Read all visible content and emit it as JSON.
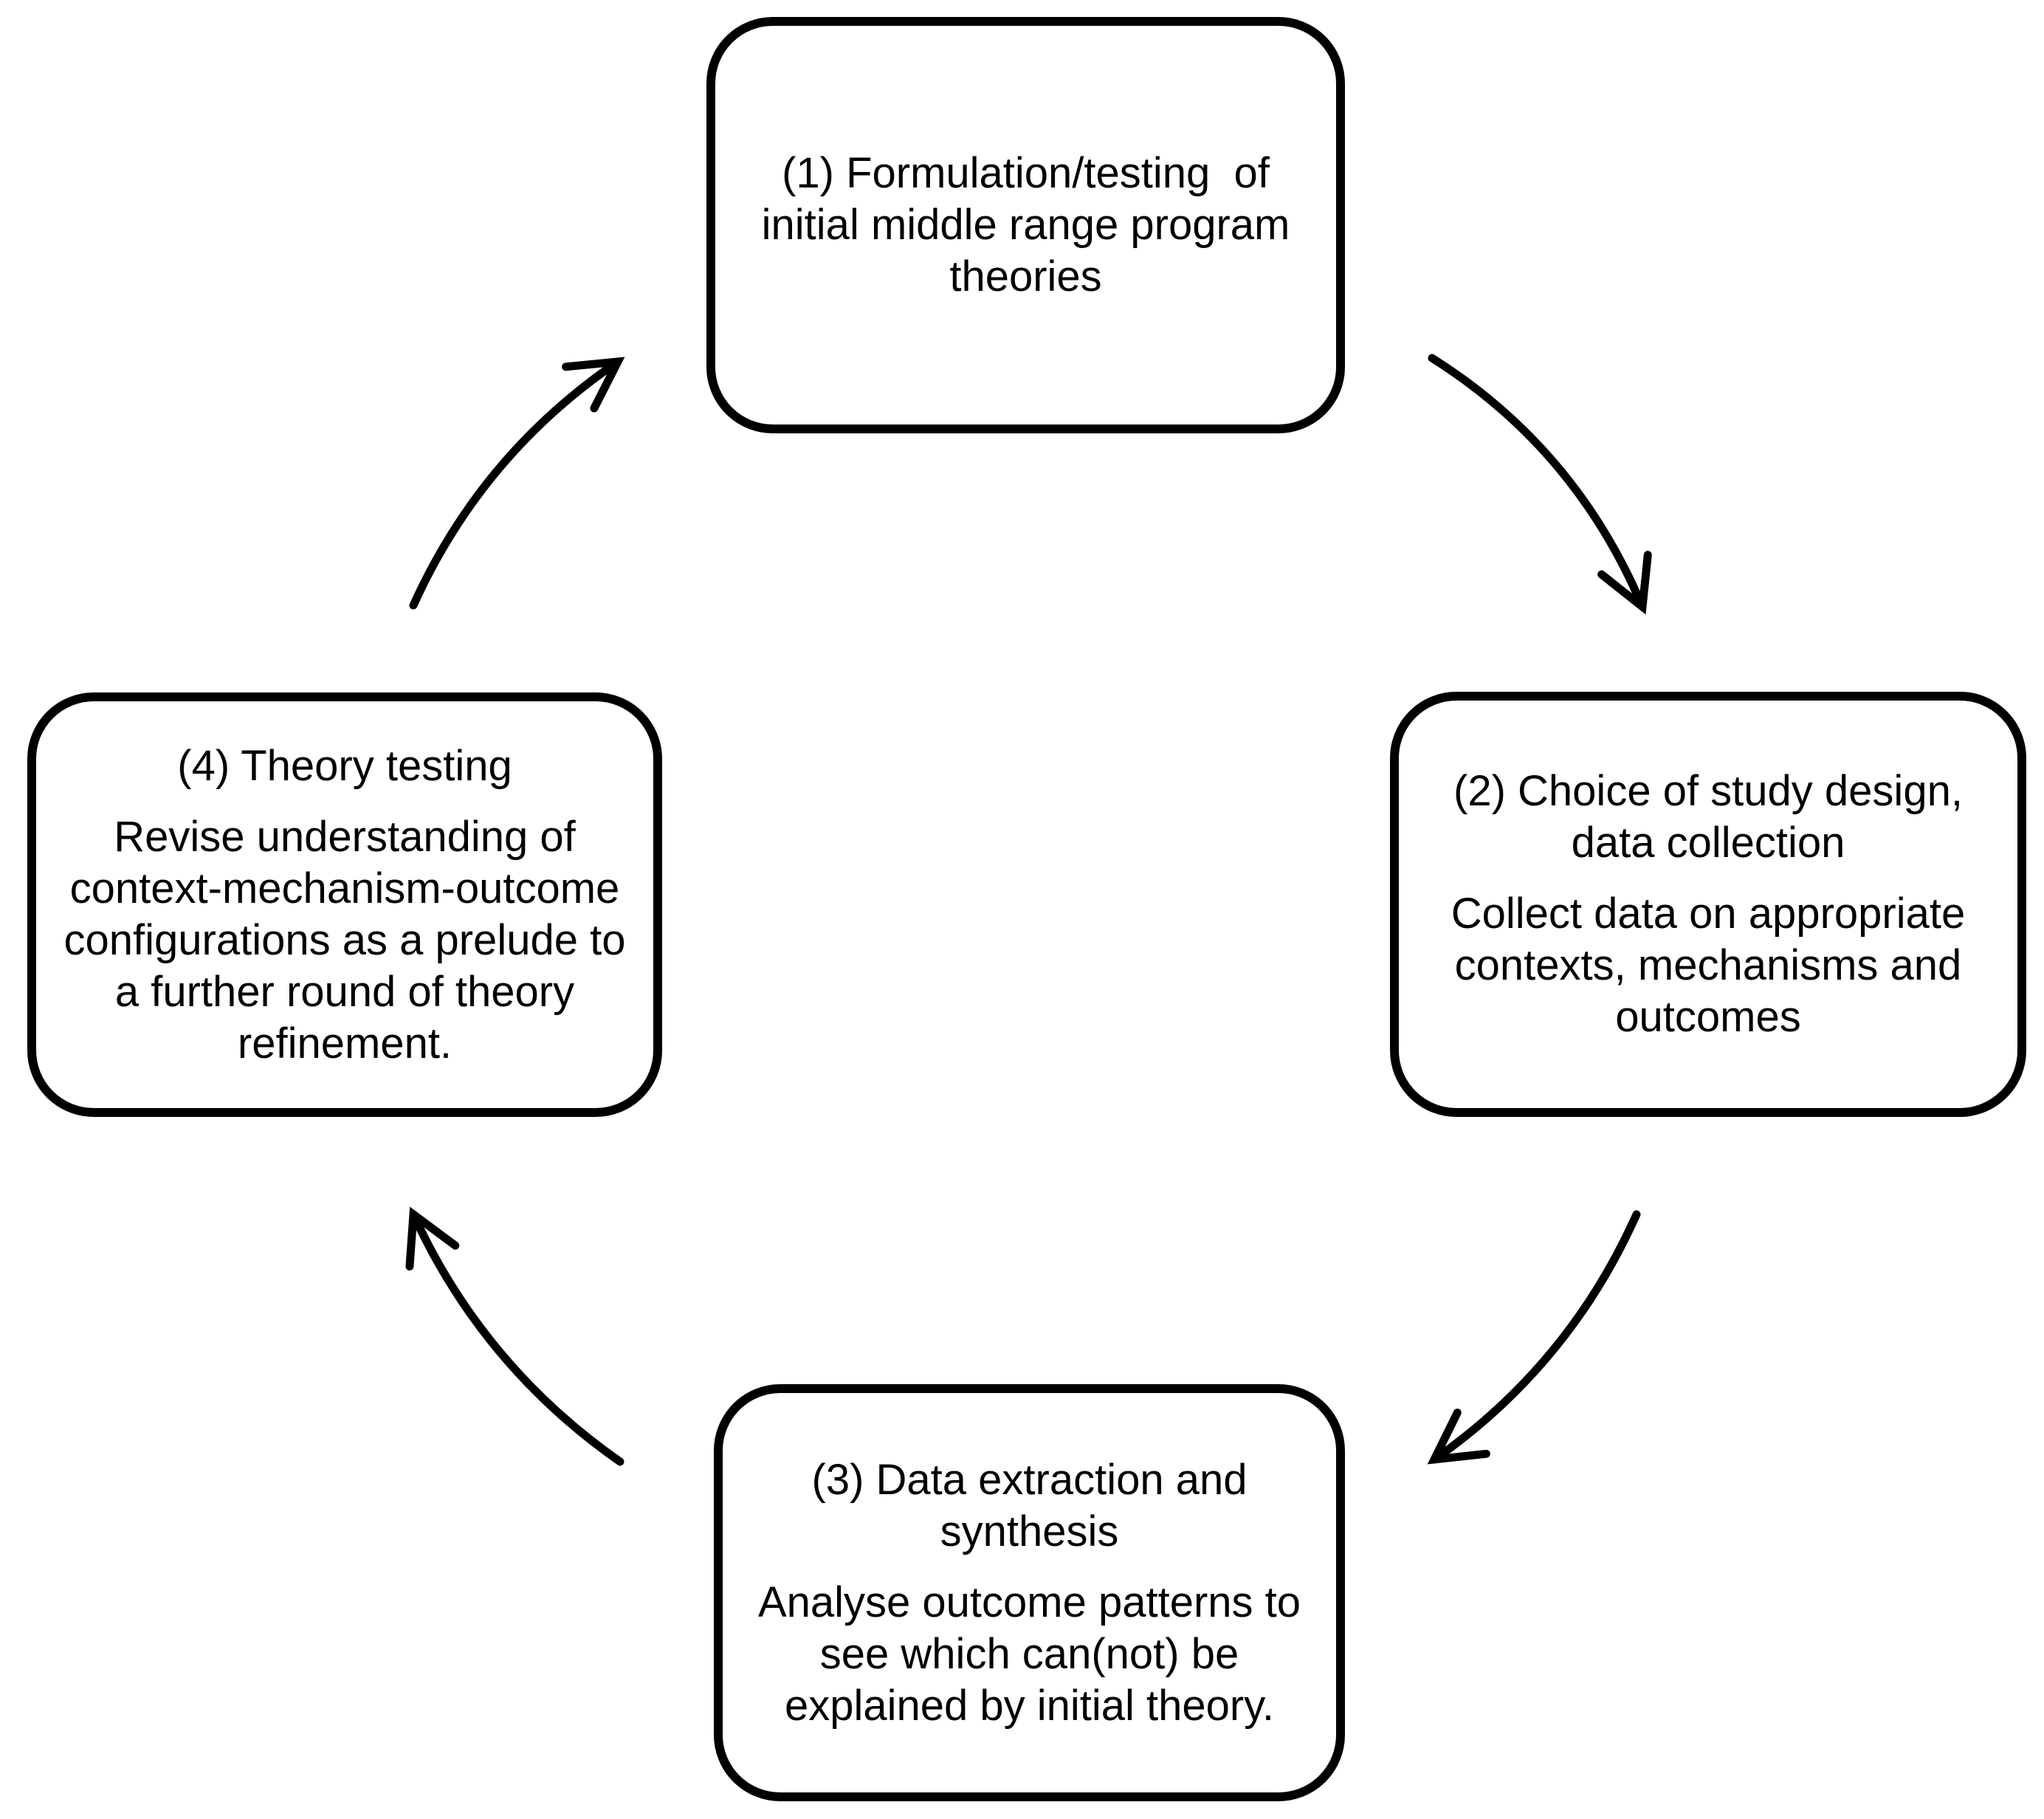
{
  "diagram": {
    "type": "cycle",
    "background_color": "#ffffff",
    "stroke_color": "#000000",
    "nodes": [
      {
        "id": "step-1",
        "paragraphs": [
          "(1) Formulation/testing  of\ninitial middle range program\ntheories"
        ]
      },
      {
        "id": "step-2",
        "paragraphs": [
          "(2) Choice of study design,\ndata collection",
          "Collect data on appropriate\ncontexts, mechanisms and\noutcomes"
        ]
      },
      {
        "id": "step-3",
        "paragraphs": [
          "(3) Data extraction and\nsynthesis",
          "Analyse outcome patterns to\nsee which can(not) be\nexplained by initial theory."
        ]
      },
      {
        "id": "step-4",
        "paragraphs": [
          "(4) Theory testing",
          "Revise understanding of\ncontext-mechanism-outcome\nconfigurations as a prelude to\na further round of theory\nrefinement."
        ]
      }
    ],
    "arrows": [
      {
        "from": "step-1",
        "to": "step-2"
      },
      {
        "from": "step-2",
        "to": "step-3"
      },
      {
        "from": "step-3",
        "to": "step-4"
      },
      {
        "from": "step-4",
        "to": "step-1"
      }
    ]
  }
}
